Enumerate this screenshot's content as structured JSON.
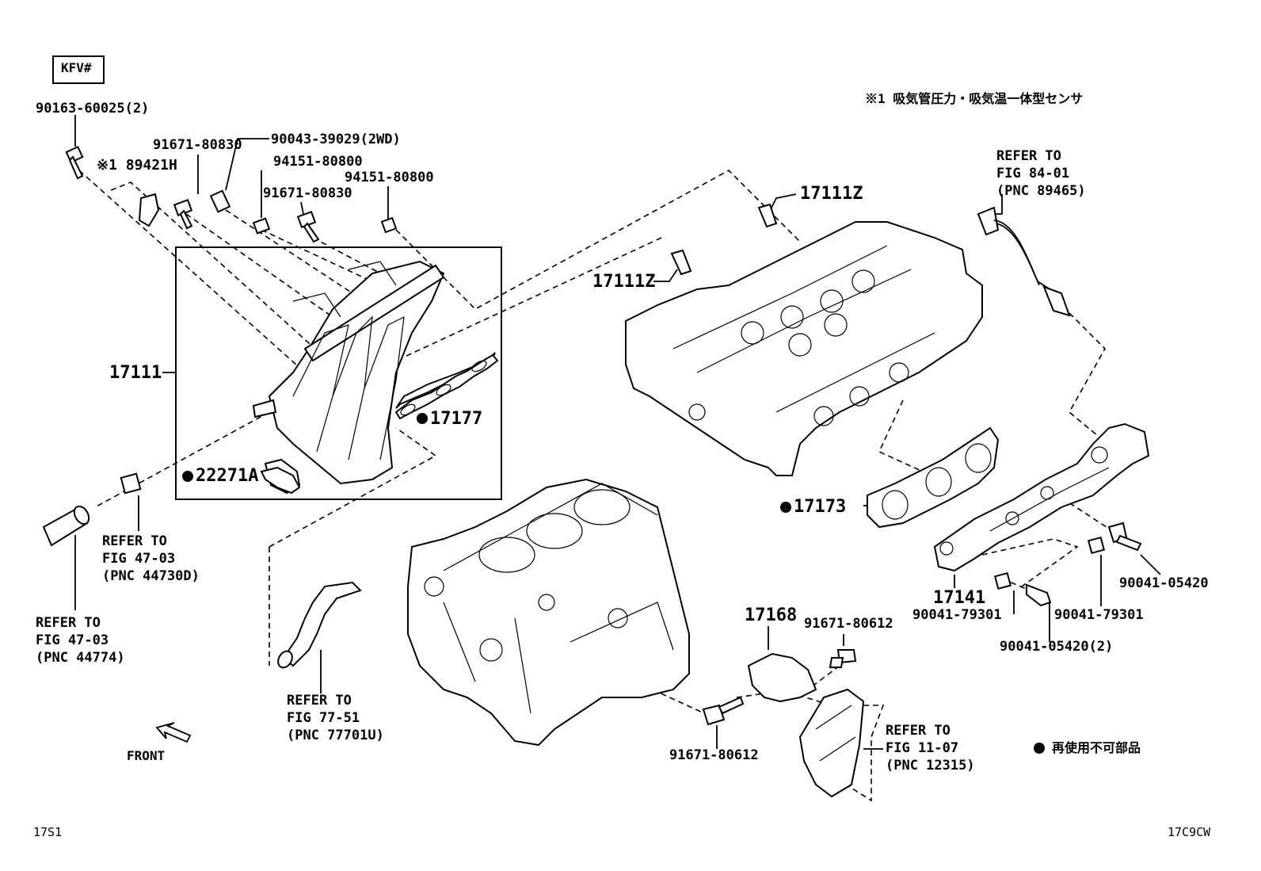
{
  "header": {
    "model_code": "KFV#",
    "sensor_note": "※1 吸気管圧力・吸気温一体型センサ"
  },
  "labels": {
    "bolt_90163": "90163-60025(2)",
    "sensor_89421": "※1 89421H",
    "bolt_91671_a": "91671-80830",
    "pin_90043": "90043-39029(2WD)",
    "nut_94151_a": "94151-80800",
    "nut_94151_b": "94151-80800",
    "bolt_91671_b": "91671-80830",
    "stud_17111z_a": "17111Z",
    "stud_17111z_b": "17111Z",
    "manifold_17111": "17111",
    "gasket_17177": "17177",
    "gasket_22271a": "22271A",
    "gasket_17173": "17173",
    "manifold_17141": "17141",
    "bracket_17168": "17168",
    "bolt_91671_80612_a": "91671-80612",
    "bolt_91671_80612_b": "91671-80612",
    "bolt_90041_05420": "90041-05420",
    "nut_90041_79301_a": "90041-79301",
    "nut_90041_79301_b": "90041-79301",
    "bolt_90041_05420_2": "90041-05420(2)",
    "refer_84": "REFER TO\nFIG 84-01\n(PNC 89465)",
    "refer_47_a": "REFER TO\nFIG 47-03\n(PNC 44730D)",
    "refer_47_b": "REFER TO\nFIG 47-03\n(PNC 44774)",
    "refer_77": "REFER TO\nFIG 77-51\n(PNC 77701U)",
    "refer_11": "REFER TO\nFIG 11-07\n(PNC 12315)",
    "front": "FRONT",
    "non_reusable_note": "再使用不可部品",
    "footer_left": "17S1",
    "footer_right": "17C9CW"
  }
}
